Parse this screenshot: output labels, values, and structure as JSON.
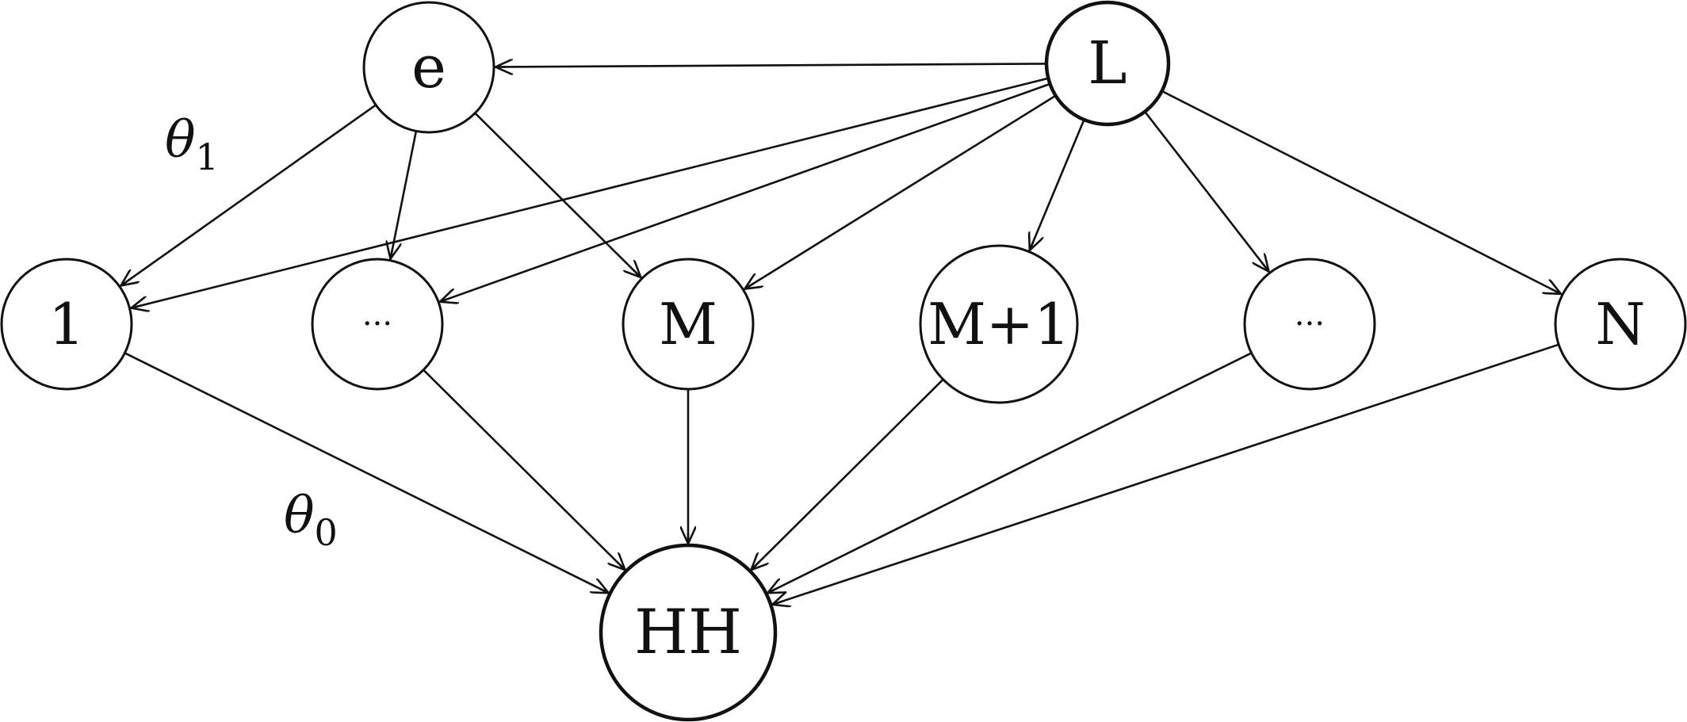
{
  "colors": {
    "observed_fill": "#c9c9e6",
    "observed_stroke": "#4f5aa6",
    "latent_fill": "#ffffff",
    "stroke": "#111111"
  },
  "nodes": [
    {
      "id": "e",
      "label": "e",
      "observed": false
    },
    {
      "id": "L",
      "label": "L",
      "observed": true
    },
    {
      "id": "n1",
      "label": "1",
      "observed": false
    },
    {
      "id": "dotsA",
      "label": "···",
      "observed": false
    },
    {
      "id": "M",
      "label": "M",
      "observed": false
    },
    {
      "id": "M1",
      "label": "M+1",
      "observed": false
    },
    {
      "id": "dotsB",
      "label": "···",
      "observed": false
    },
    {
      "id": "N",
      "label": "N",
      "observed": false
    },
    {
      "id": "HH",
      "label": "HH",
      "observed": true
    }
  ],
  "edges": [
    {
      "from": "L",
      "to": "e"
    },
    {
      "from": "e",
      "to": "n1"
    },
    {
      "from": "e",
      "to": "dotsA"
    },
    {
      "from": "e",
      "to": "M"
    },
    {
      "from": "L",
      "to": "n1"
    },
    {
      "from": "L",
      "to": "dotsA"
    },
    {
      "from": "L",
      "to": "M"
    },
    {
      "from": "L",
      "to": "M1"
    },
    {
      "from": "L",
      "to": "dotsB"
    },
    {
      "from": "L",
      "to": "N"
    },
    {
      "from": "n1",
      "to": "HH"
    },
    {
      "from": "dotsA",
      "to": "HH"
    },
    {
      "from": "M",
      "to": "HH"
    },
    {
      "from": "M1",
      "to": "HH"
    },
    {
      "from": "dotsB",
      "to": "HH"
    },
    {
      "from": "N",
      "to": "HH"
    }
  ],
  "parameters": [
    {
      "id": "theta1",
      "symbol": "θ",
      "subscript": "1"
    },
    {
      "id": "theta0",
      "symbol": "θ",
      "subscript": "0"
    }
  ]
}
